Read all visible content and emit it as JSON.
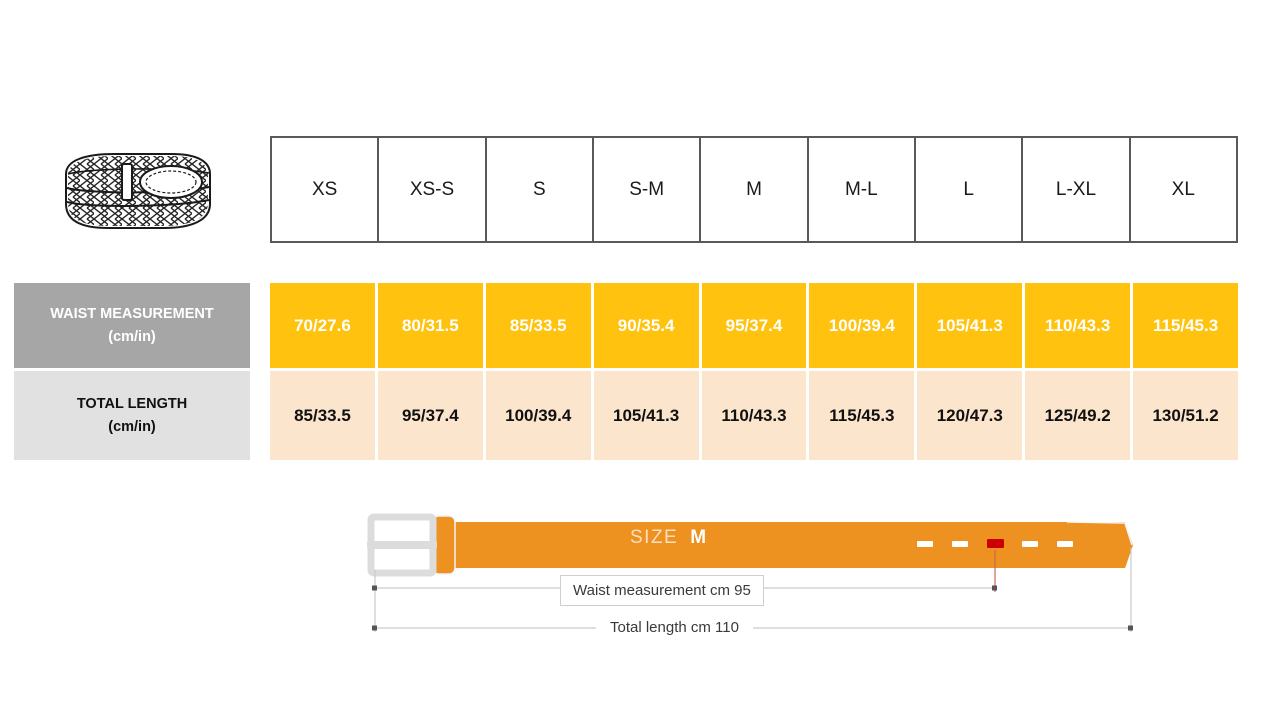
{
  "product": {
    "icon_name": "braided-belt-illustration"
  },
  "table": {
    "size_headers": [
      "XS",
      "XS-S",
      "S",
      "S-M",
      "M",
      "M-L",
      "L",
      "L-XL",
      "XL"
    ],
    "rows": [
      {
        "label_line1": "WAIST MEASUREMENT",
        "label_line2": "(cm/in)",
        "values": [
          "70/27.6",
          "80/31.5",
          "85/33.5",
          "90/35.4",
          "95/37.4",
          "100/39.4",
          "105/41.3",
          "110/43.3",
          "115/45.3"
        ]
      },
      {
        "label_line1": "TOTAL LENGTH",
        "label_line2": "(cm/in)",
        "values": [
          "85/33.5",
          "95/37.4",
          "100/39.4",
          "105/41.3",
          "110/43.3",
          "115/45.3",
          "120/47.3",
          "125/49.2",
          "130/51.2"
        ]
      }
    ]
  },
  "belt_diagram": {
    "size_word": "SIZE",
    "size_value": "M",
    "waist_dimension": "Waist measurement cm 95",
    "length_dimension": "Total length cm 110",
    "colors": {
      "belt": "#ed9121",
      "buckle": "#e8e8e8",
      "active_hole": "#cc0000",
      "hole": "#ffffff",
      "dimension_line": "#b0b0b0"
    },
    "holes_total": 5,
    "active_hole_index": 3
  },
  "colors": {
    "waist_row_bg": "#ffc20e",
    "length_row_bg": "#fce5cd",
    "waist_label_bg": "#a6a6a6",
    "length_label_bg": "#e1e1e1",
    "header_border": "#595959",
    "page_bg": "#ffffff"
  }
}
